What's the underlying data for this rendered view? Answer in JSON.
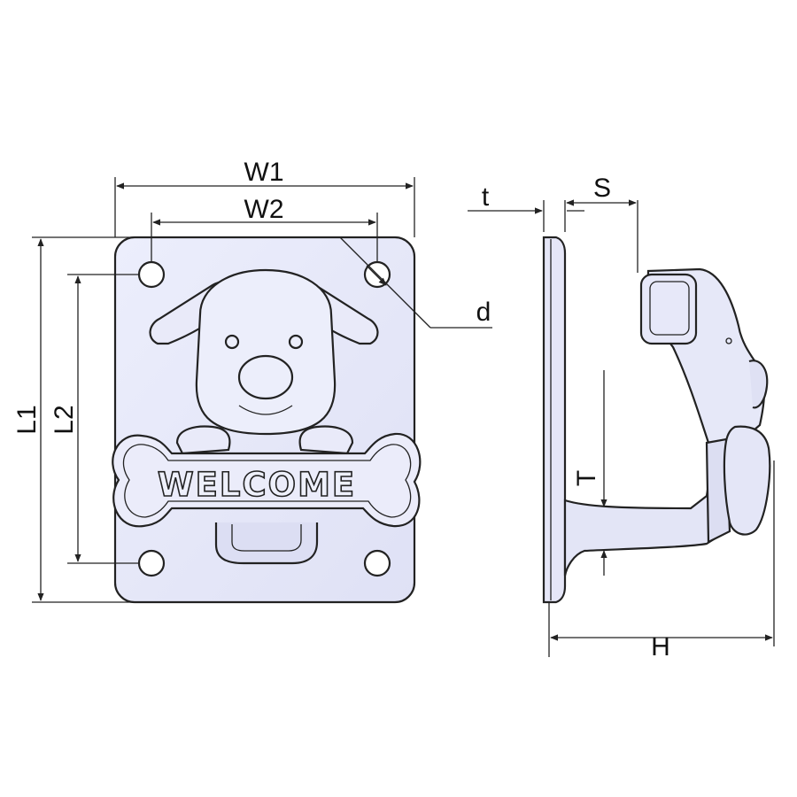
{
  "labels": {
    "W1": "W1",
    "W2": "W2",
    "L1": "L1",
    "L2": "L2",
    "d": "d",
    "t": "t",
    "S": "S",
    "T": "T",
    "H": "H"
  },
  "plate_text": "WELCOME",
  "colors": {
    "plate_fill": "#e9eaf9",
    "plate_shade": "#d7d9f0",
    "line": "#222222",
    "background": "#ffffff"
  },
  "icons": {
    "front_view": "dog-welcome-plate-icon",
    "side_view": "hook-side-profile-icon"
  }
}
